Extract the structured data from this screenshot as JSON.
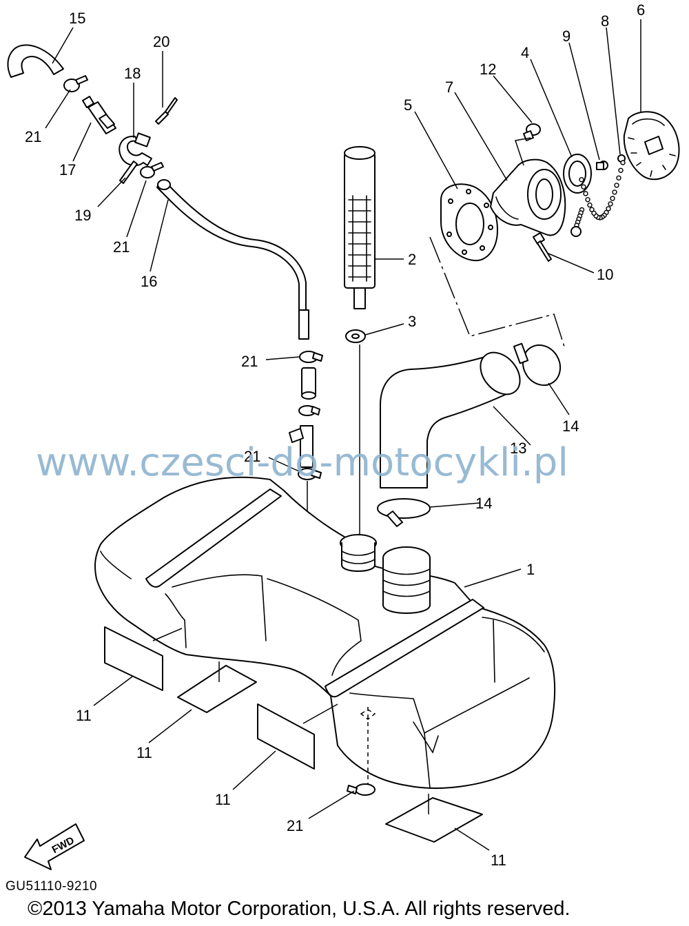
{
  "callouts": [
    {
      "id": "c15",
      "label": "15"
    },
    {
      "id": "c20",
      "label": "20"
    },
    {
      "id": "c18",
      "label": "18"
    },
    {
      "id": "c21a",
      "label": "21"
    },
    {
      "id": "c17",
      "label": "17"
    },
    {
      "id": "c19",
      "label": "19"
    },
    {
      "id": "c21b",
      "label": "21"
    },
    {
      "id": "c16",
      "label": "16"
    },
    {
      "id": "c2",
      "label": "2"
    },
    {
      "id": "c3",
      "label": "3"
    },
    {
      "id": "c21c",
      "label": "21"
    },
    {
      "id": "c21d",
      "label": "21"
    },
    {
      "id": "c6",
      "label": "6"
    },
    {
      "id": "c8",
      "label": "8"
    },
    {
      "id": "c9",
      "label": "9"
    },
    {
      "id": "c4",
      "label": "4"
    },
    {
      "id": "c12",
      "label": "12"
    },
    {
      "id": "c7",
      "label": "7"
    },
    {
      "id": "c5",
      "label": "5"
    },
    {
      "id": "c10",
      "label": "10"
    },
    {
      "id": "c14a",
      "label": "14"
    },
    {
      "id": "c13",
      "label": "13"
    },
    {
      "id": "c14b",
      "label": "14"
    },
    {
      "id": "c1",
      "label": "1"
    },
    {
      "id": "c11a",
      "label": "11"
    },
    {
      "id": "c11b",
      "label": "11"
    },
    {
      "id": "c11c",
      "label": "11"
    },
    {
      "id": "c21e",
      "label": "21"
    },
    {
      "id": "c11d",
      "label": "11"
    }
  ],
  "fwd_label": "FWD",
  "watermark": "www.czesci-do-motocykli.pl",
  "diagram_code": "GU51110-9210",
  "copyright": "©2013 Yamaha Motor Corporation, U.S.A. All rights reserved.",
  "colors": {
    "line": "#000000",
    "watermark": "#8db3cf",
    "background": "#ffffff"
  }
}
